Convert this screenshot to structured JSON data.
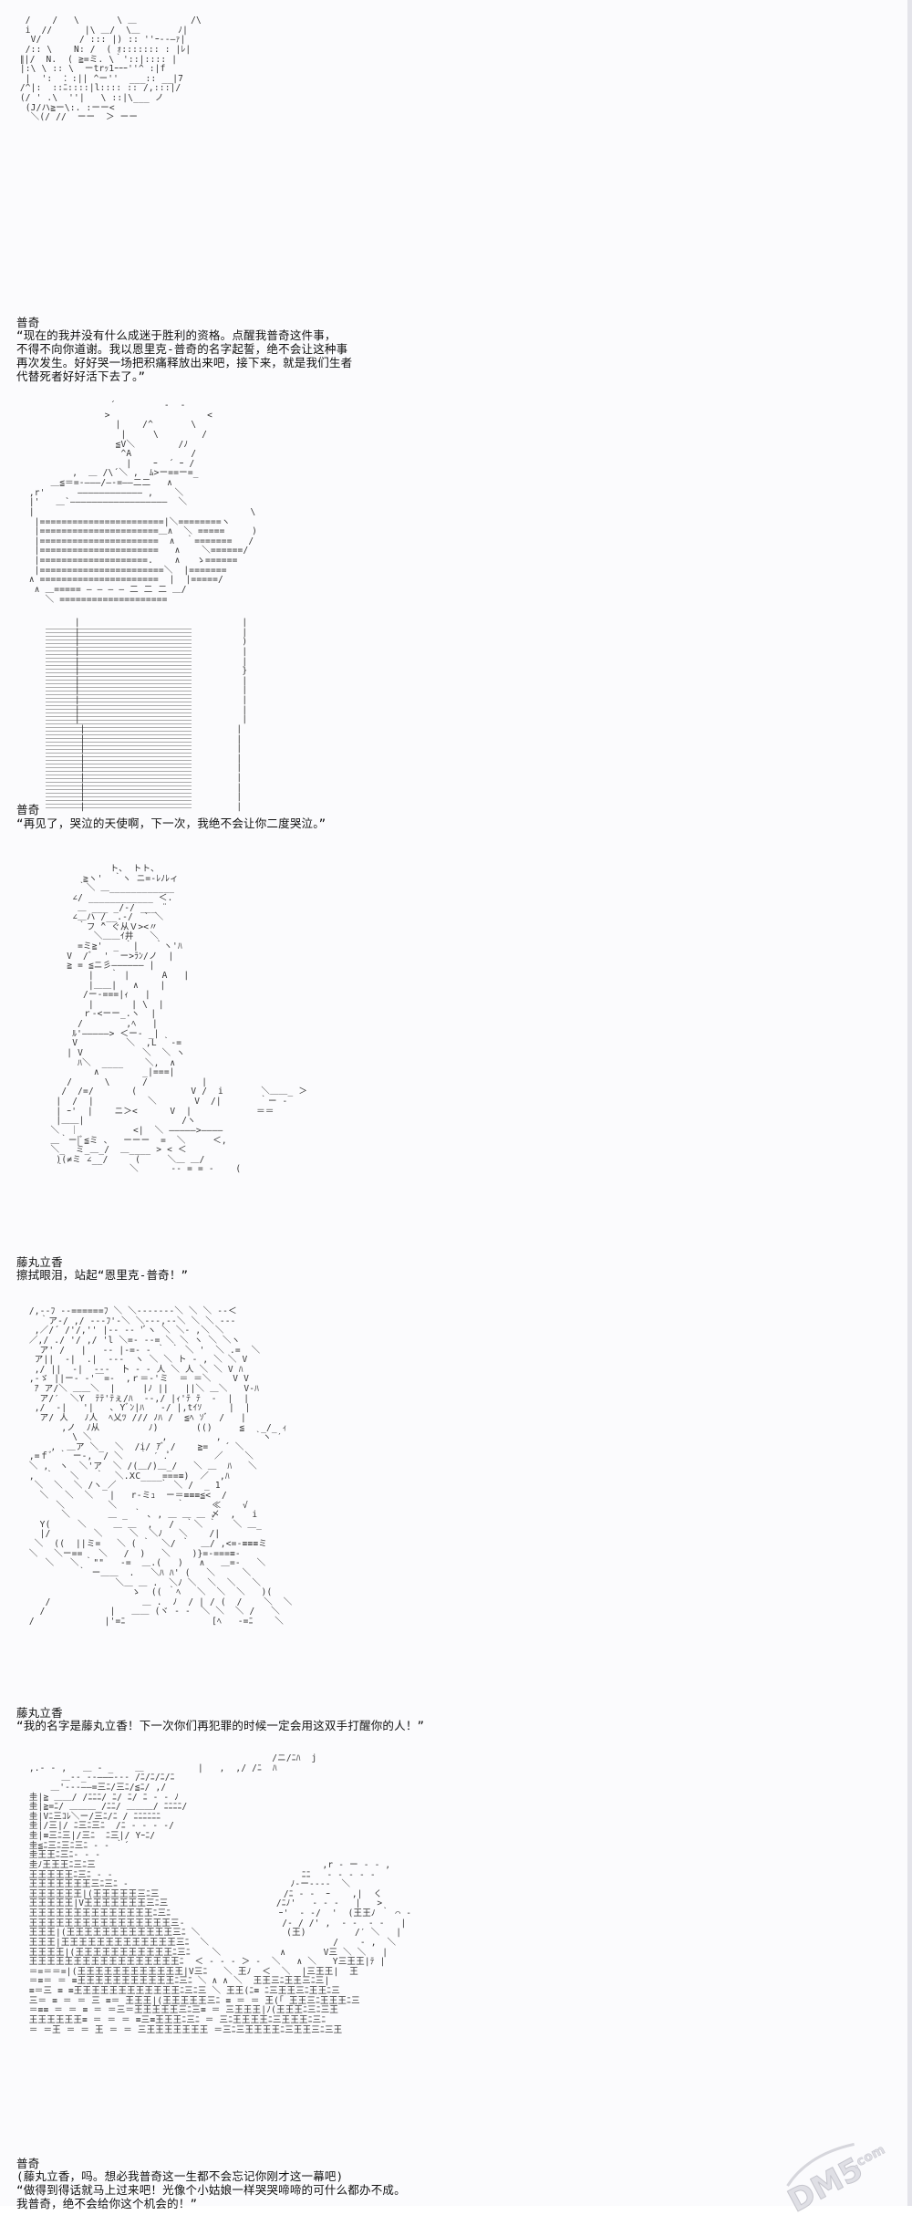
{
  "panels": [
    {
      "speaker": "普奇",
      "dialog": "“现在的我并没有什么成迷于胜利的资格。点醒我普奇这件事，\n不得不向你道谢。我以恩里克-普奇的名字起誓，绝不会让这种事\n再次发生。好好哭一场把积痛释放出来吧，接下来，就是我们生者\n代替死者好好活下去了。”"
    },
    {
      "speaker": "普奇",
      "dialog": "“再见了，哭泣的天使啊，下一次，我绝不会让你二度哭泣。”"
    },
    {
      "speaker": "藤丸立香",
      "dialog": "擦拭眼泪，站起“恩里克-普奇！”"
    },
    {
      "speaker": "藤丸立香",
      "dialog": "“我的名字是藤丸立香！下一次你们再犯罪的时候一定会用这双手打醒你的人！”"
    },
    {
      "speaker": "普奇",
      "dialog": "(藤丸立香，吗。想必我普奇这一生都不会忘记你刚才这一幕吧)\n“做得到得话就马上过来吧！光像个小姑娘一样哭哭啼啼的可什么都办不成。\n我普奇，绝不会给你这个机会的！”"
    }
  ],
  "watermark": "DM5.com"
}
